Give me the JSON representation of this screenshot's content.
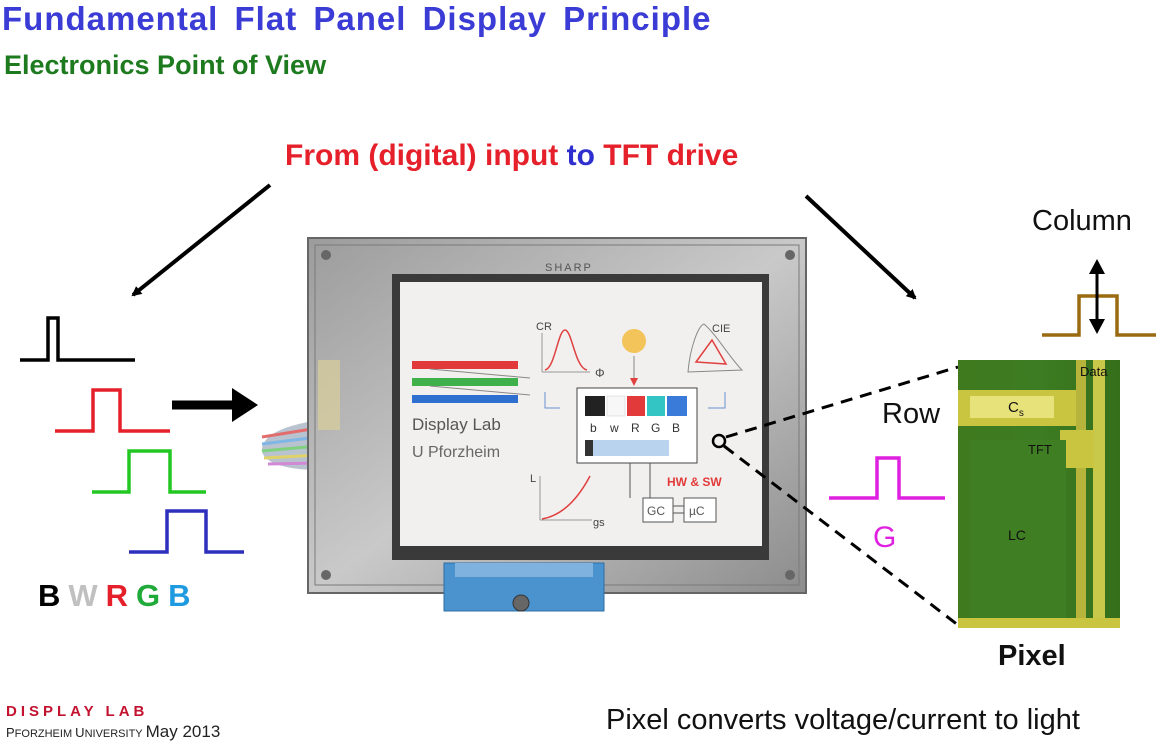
{
  "title": "Fundamental  Flat  Panel  Display  Principle",
  "subtitle": "Electronics Point of View",
  "headline": {
    "part1": "From (digital) input ",
    "part2": "to",
    "part3": " TFT drive"
  },
  "colors_legend": [
    {
      "letter": "B",
      "color": "#000000"
    },
    {
      "letter": "W",
      "color": "#c0c0c0"
    },
    {
      "letter": "R",
      "color": "#e5202a"
    },
    {
      "letter": "G",
      "color": "#1faa3a"
    },
    {
      "letter": "B",
      "color": "#1e9ae0"
    }
  ],
  "labels": {
    "column": "Column",
    "row": "Row",
    "g": "G",
    "pixel": "Pixel"
  },
  "panel": {
    "brand": "SHARP",
    "screen": {
      "lab_name": "Display Lab",
      "university": "U Pforzheim",
      "cr": "CR",
      "phi": "Φ",
      "cie": "CIE",
      "swatch_letters": [
        "b",
        "w",
        "R",
        "G",
        "B"
      ],
      "l_axis": "L",
      "gs": "gs",
      "hw_sw": "HW & SW",
      "gc": "GC",
      "uc": "µC"
    }
  },
  "pixel_micrograph": {
    "data": "Data",
    "cs": "C",
    "cs_sub": "s",
    "tft": "TFT",
    "lc": "LC"
  },
  "footer": {
    "lab": "DISPLAY LAB",
    "university_big1": "P",
    "university_small1": "FORZHEIM ",
    "university_big2": "U",
    "university_small2": "NIVERSITY",
    "date": "May 2013",
    "caption": "Pixel converts voltage/current to light"
  }
}
